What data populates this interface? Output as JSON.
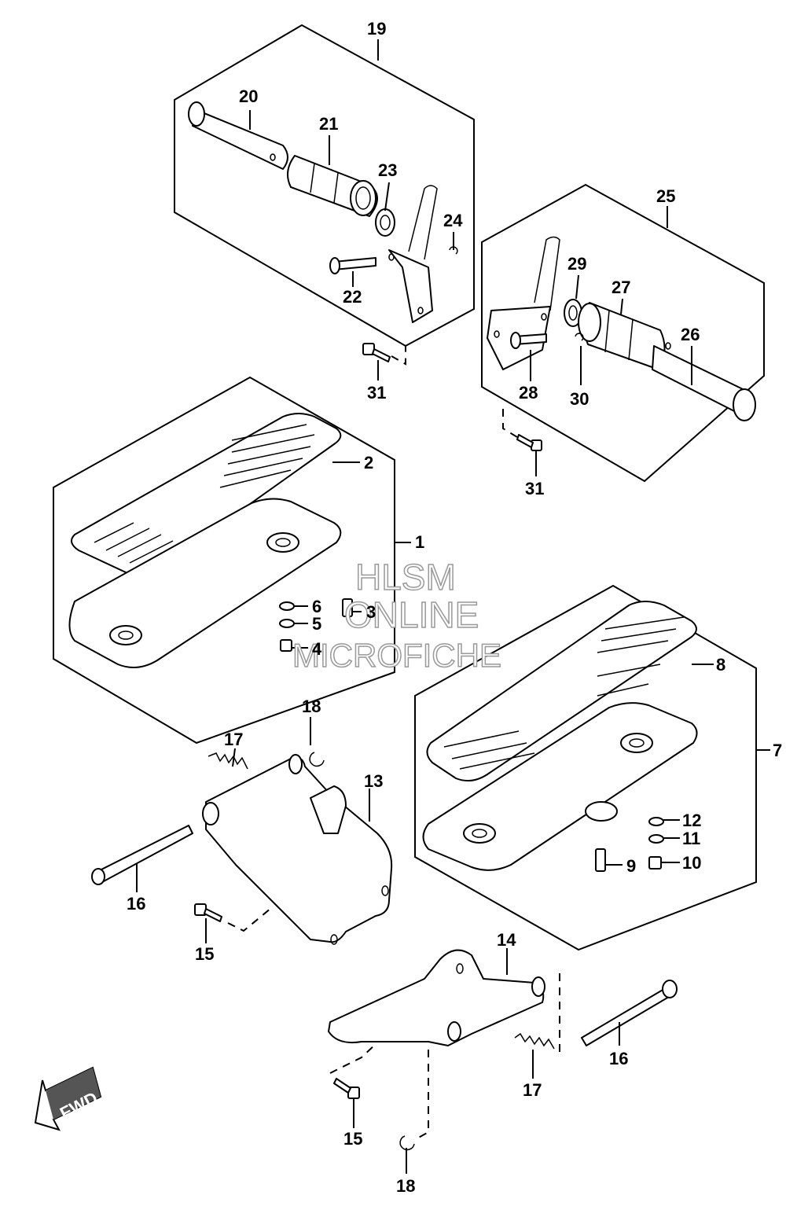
{
  "callouts": {
    "p1": "1",
    "p2": "2",
    "p3": "3",
    "p4": "4",
    "p5": "5",
    "p6": "6",
    "p7": "7",
    "p8": "8",
    "p9": "9",
    "p10": "10",
    "p11": "11",
    "p12": "12",
    "p13": "13",
    "p14": "14",
    "p15a": "15",
    "p15b": "15",
    "p16a": "16",
    "p16b": "16",
    "p17a": "17",
    "p17b": "17",
    "p18a": "18",
    "p18b": "18",
    "p19": "19",
    "p20": "20",
    "p21": "21",
    "p22": "22",
    "p23": "23",
    "p24": "24",
    "p25": "25",
    "p26": "26",
    "p27": "27",
    "p28": "28",
    "p29": "29",
    "p30": "30",
    "p31a": "31",
    "p31b": "31"
  },
  "watermark": {
    "line1": "HLSM",
    "line2": "ONLINE",
    "line3": "MICROFICHE"
  },
  "direction_arrow": {
    "label": "FWD",
    "icon": "arrow-fwd-icon"
  }
}
